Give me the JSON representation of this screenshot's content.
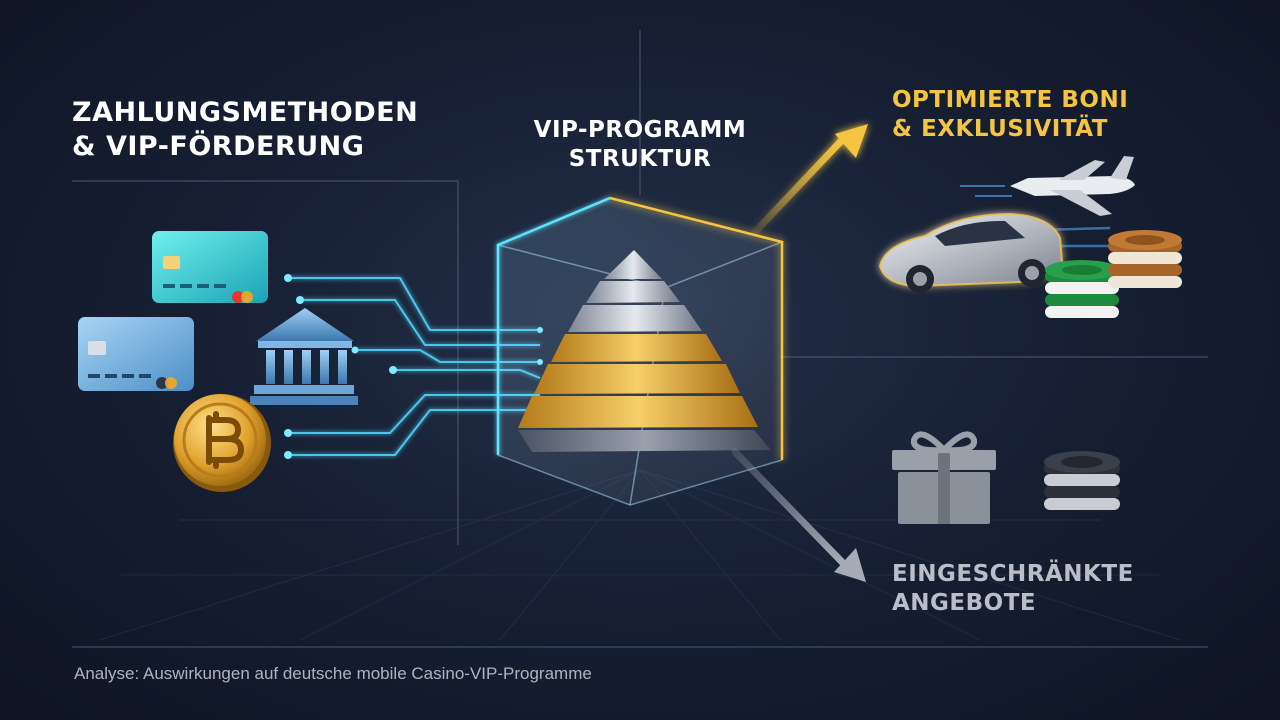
{
  "headings": {
    "left": {
      "line1": "Zahlungsmethoden",
      "line2": "& VIP-Förderung"
    },
    "center": {
      "line1": "VIP-Programm",
      "line2": "Struktur"
    },
    "top_right": {
      "line1": "Optimierte Boni",
      "line2": "& Exklusivität"
    },
    "bottom_right": {
      "line1": "Eingeschränkte",
      "line2": "Angebote"
    }
  },
  "footer": {
    "caption": "Analyse: Auswirkungen auf deutsche mobile Casino-VIP-Programme"
  },
  "icons": {
    "payment": [
      "credit-card-icon",
      "credit-card-icon",
      "bank-icon",
      "bitcoin-coin-icon"
    ],
    "rewards": [
      "sports-car-icon",
      "private-jet-icon",
      "casino-chips-icon"
    ],
    "limited": [
      "gift-box-icon",
      "casino-chips-icon"
    ]
  },
  "colors": {
    "accent_gold": "#f5c542",
    "accent_cyan": "#5fe4ff",
    "muted_gray": "#b9bec8",
    "background": "#172034"
  }
}
